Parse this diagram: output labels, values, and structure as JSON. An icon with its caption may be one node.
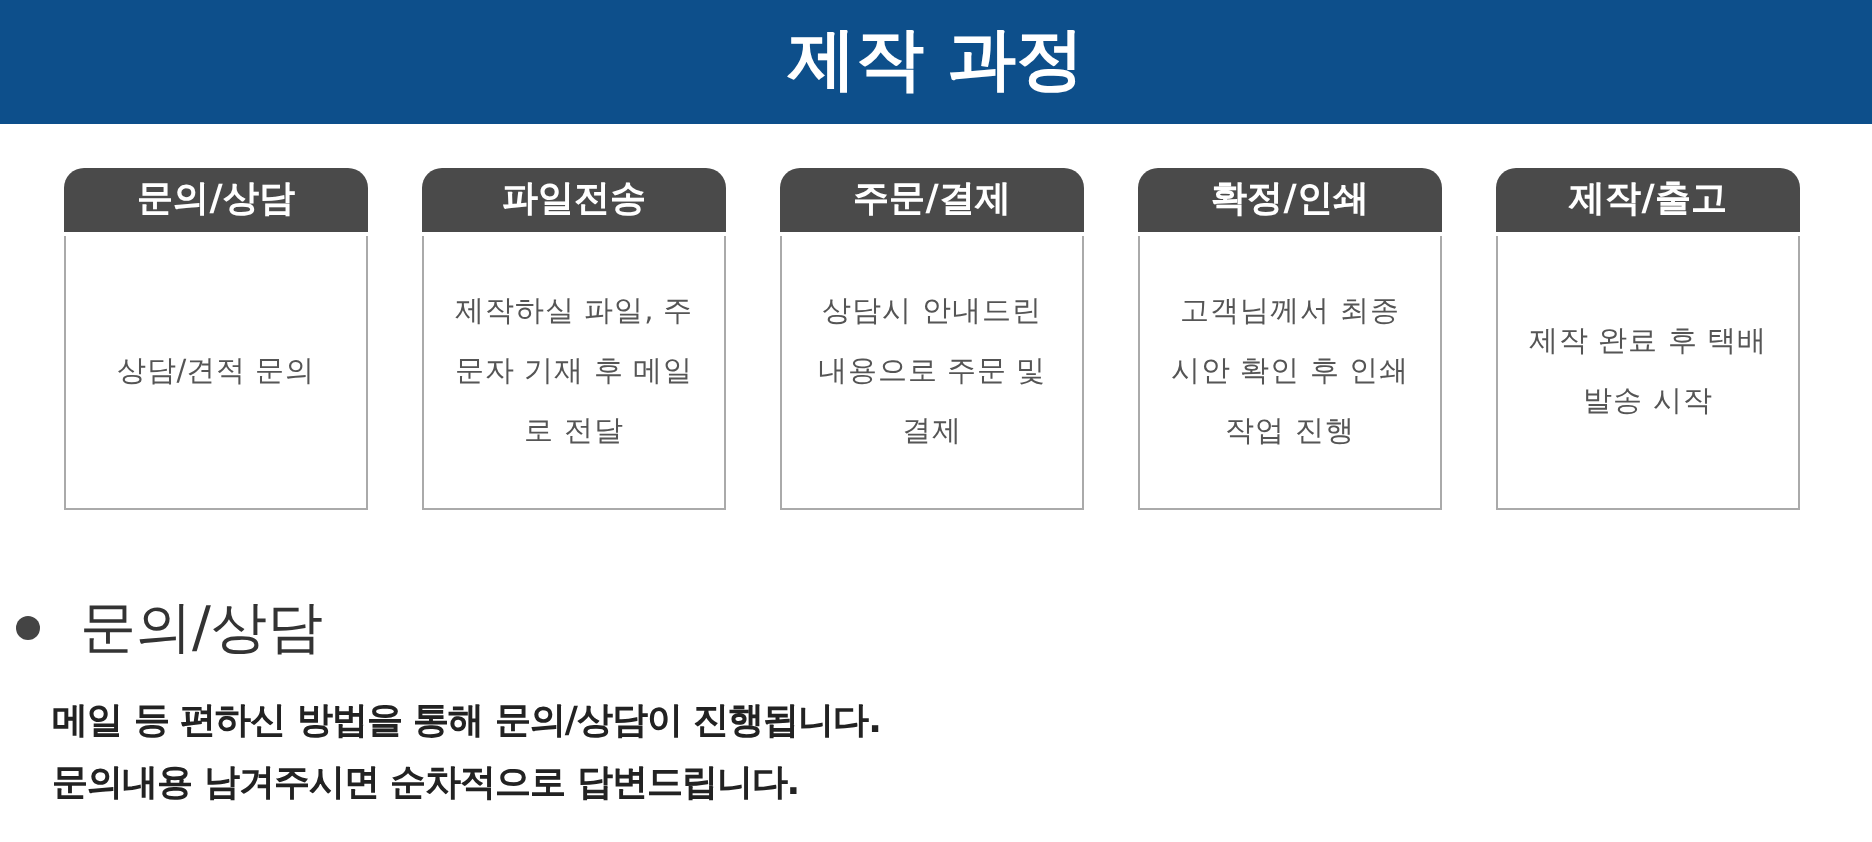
{
  "diagram": {
    "title": "제작 과정",
    "nodes": [
      {
        "text": [
          "문의/상담",
          "상담/견적 문의"
        ]
      },
      {
        "text": [
          "파일전송",
          "제작하실 파일, 주문자 기재 후 메일로 전달"
        ]
      },
      {
        "text": [
          "주문/결제",
          "상담시 안내드린 내용으로 주문 및 결제"
        ]
      },
      {
        "text": [
          "확정/인쇄",
          "고객님께서 최종시안 확인 후 인쇄작업 진행"
        ]
      },
      {
        "text": [
          "제작/출고",
          "제작 완료 후 택배발송 시작"
        ]
      }
    ],
    "labels": [
      "문의/상담",
      "메일 등 편하신 방법을 통해 문의/상담이 진행됩니다.",
      "문의내용 남겨주시면 순차적으로 답변드립니다."
    ]
  }
}
